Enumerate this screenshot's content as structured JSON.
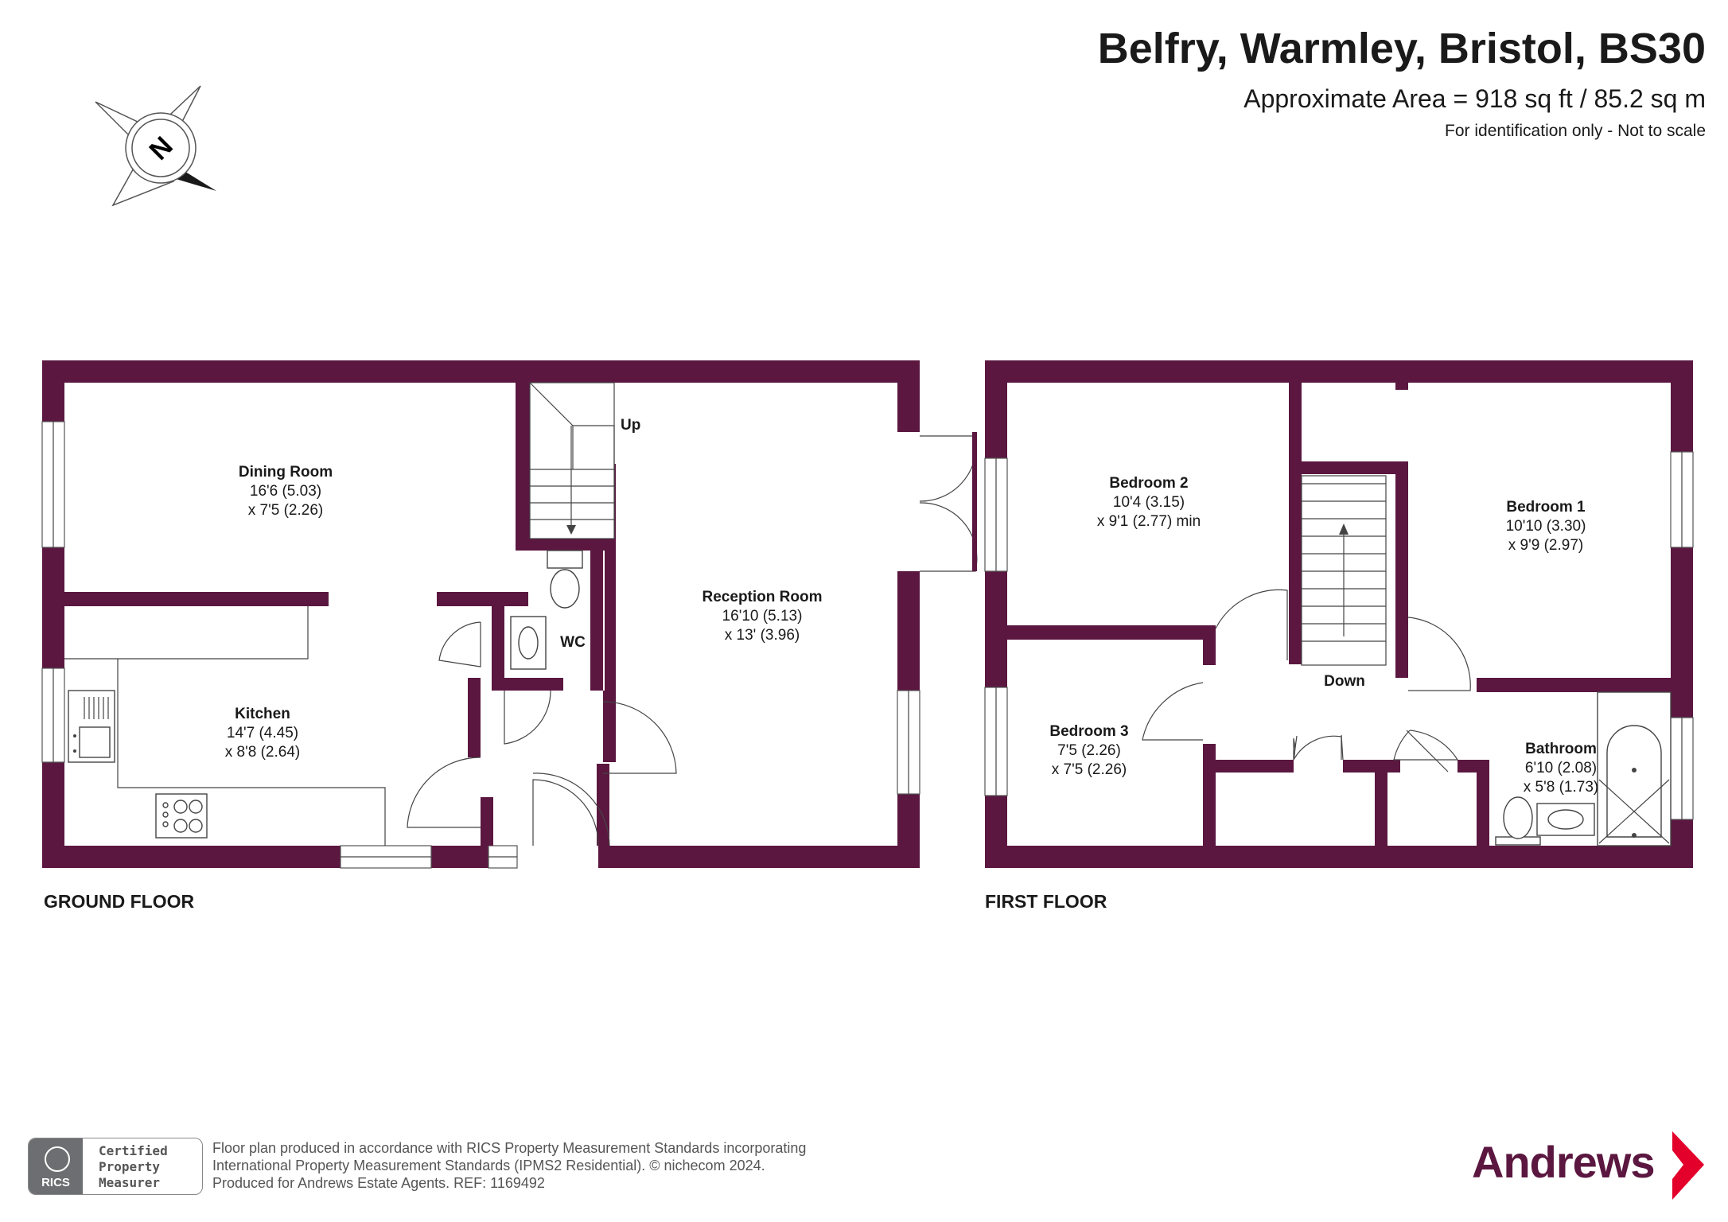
{
  "header": {
    "title": "Belfry, Warmley, Bristol, BS30",
    "area": "Approximate Area = 918 sq ft / 85.2 sq m",
    "note": "For identification only - Not to scale"
  },
  "compass": {
    "label": "N"
  },
  "ground_floor": {
    "label": "GROUND FLOOR",
    "rooms": {
      "dining": {
        "name": "Dining Room",
        "dim1": "16'6 (5.03)",
        "dim2": "x 7'5 (2.26)"
      },
      "kitchen": {
        "name": "Kitchen",
        "dim1": "14'7 (4.45)",
        "dim2": "x 8'8 (2.64)"
      },
      "reception": {
        "name": "Reception Room",
        "dim1": "16'10 (5.13)",
        "dim2": "x 13' (3.96)"
      },
      "wc": {
        "name": "WC"
      }
    },
    "stairs_label": "Up"
  },
  "first_floor": {
    "label": "FIRST FLOOR",
    "rooms": {
      "bedroom2": {
        "name": "Bedroom 2",
        "dim1": "10'4 (3.15)",
        "dim2": "x 9'1 (2.77) min"
      },
      "bedroom1": {
        "name": "Bedroom 1",
        "dim1": "10'10 (3.30)",
        "dim2": "x 9'9 (2.97)"
      },
      "bedroom3": {
        "name": "Bedroom 3",
        "dim1": "7'5 (2.26)",
        "dim2": "x 7'5 (2.26)"
      },
      "bathroom": {
        "name": "Bathroom",
        "dim1": "6'10 (2.08)",
        "dim2": "x 5'8 (1.73)"
      }
    },
    "stairs_label": "Down"
  },
  "footer": {
    "rics_badge": "RICS",
    "rics_text": "Certified\nProperty\nMeasurer",
    "line1": "Floor plan produced in accordance with RICS Property Measurement Standards incorporating",
    "line2": "International Property Measurement Standards (IPMS2 Residential).   © nichecom 2024.",
    "line3": "Produced for Andrews Estate Agents.   REF:   1169492",
    "brand": "Andrews"
  },
  "colors": {
    "wall": "#5b1740",
    "brand": "#5b1740",
    "brand_arrow": "#e3002b"
  }
}
